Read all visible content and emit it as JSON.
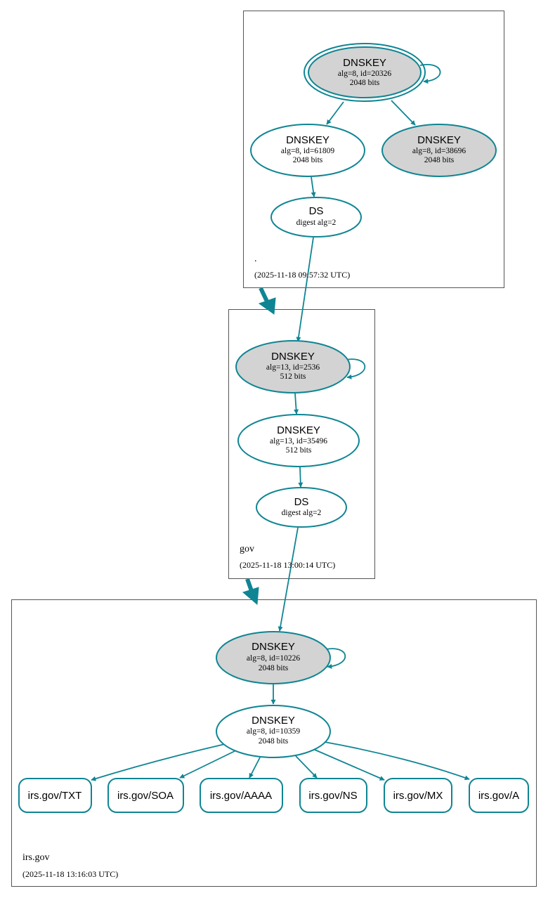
{
  "colors": {
    "accent": "#0f8593",
    "trusted_fill": "#d3d3d3",
    "node_fill": "#ffffff",
    "border": "#555555"
  },
  "zones": {
    "root": {
      "name": ".",
      "timestamp": "(2025-11-18 09:57:32 UTC)"
    },
    "gov": {
      "name": "gov",
      "timestamp": "(2025-11-18 13:00:14 UTC)"
    },
    "irs": {
      "name": "irs.gov",
      "timestamp": "(2025-11-18 13:16:03 UTC)"
    }
  },
  "nodes": {
    "root_ksk": {
      "title": "DNSKEY",
      "line1": "alg=8, id=20326",
      "line2": "2048 bits"
    },
    "root_zsk1": {
      "title": "DNSKEY",
      "line1": "alg=8, id=61809",
      "line2": "2048 bits"
    },
    "root_zsk2": {
      "title": "DNSKEY",
      "line1": "alg=8, id=38696",
      "line2": "2048 bits"
    },
    "root_ds": {
      "title": "DS",
      "line1": "digest alg=2"
    },
    "gov_ksk": {
      "title": "DNSKEY",
      "line1": "alg=13, id=2536",
      "line2": "512 bits"
    },
    "gov_zsk": {
      "title": "DNSKEY",
      "line1": "alg=13, id=35496",
      "line2": "512 bits"
    },
    "gov_ds": {
      "title": "DS",
      "line1": "digest alg=2"
    },
    "irs_ksk": {
      "title": "DNSKEY",
      "line1": "alg=8, id=10226",
      "line2": "2048 bits"
    },
    "irs_zsk": {
      "title": "DNSKEY",
      "line1": "alg=8, id=10359",
      "line2": "2048 bits"
    }
  },
  "records": [
    "irs.gov/TXT",
    "irs.gov/SOA",
    "irs.gov/AAAA",
    "irs.gov/NS",
    "irs.gov/MX",
    "irs.gov/A"
  ]
}
